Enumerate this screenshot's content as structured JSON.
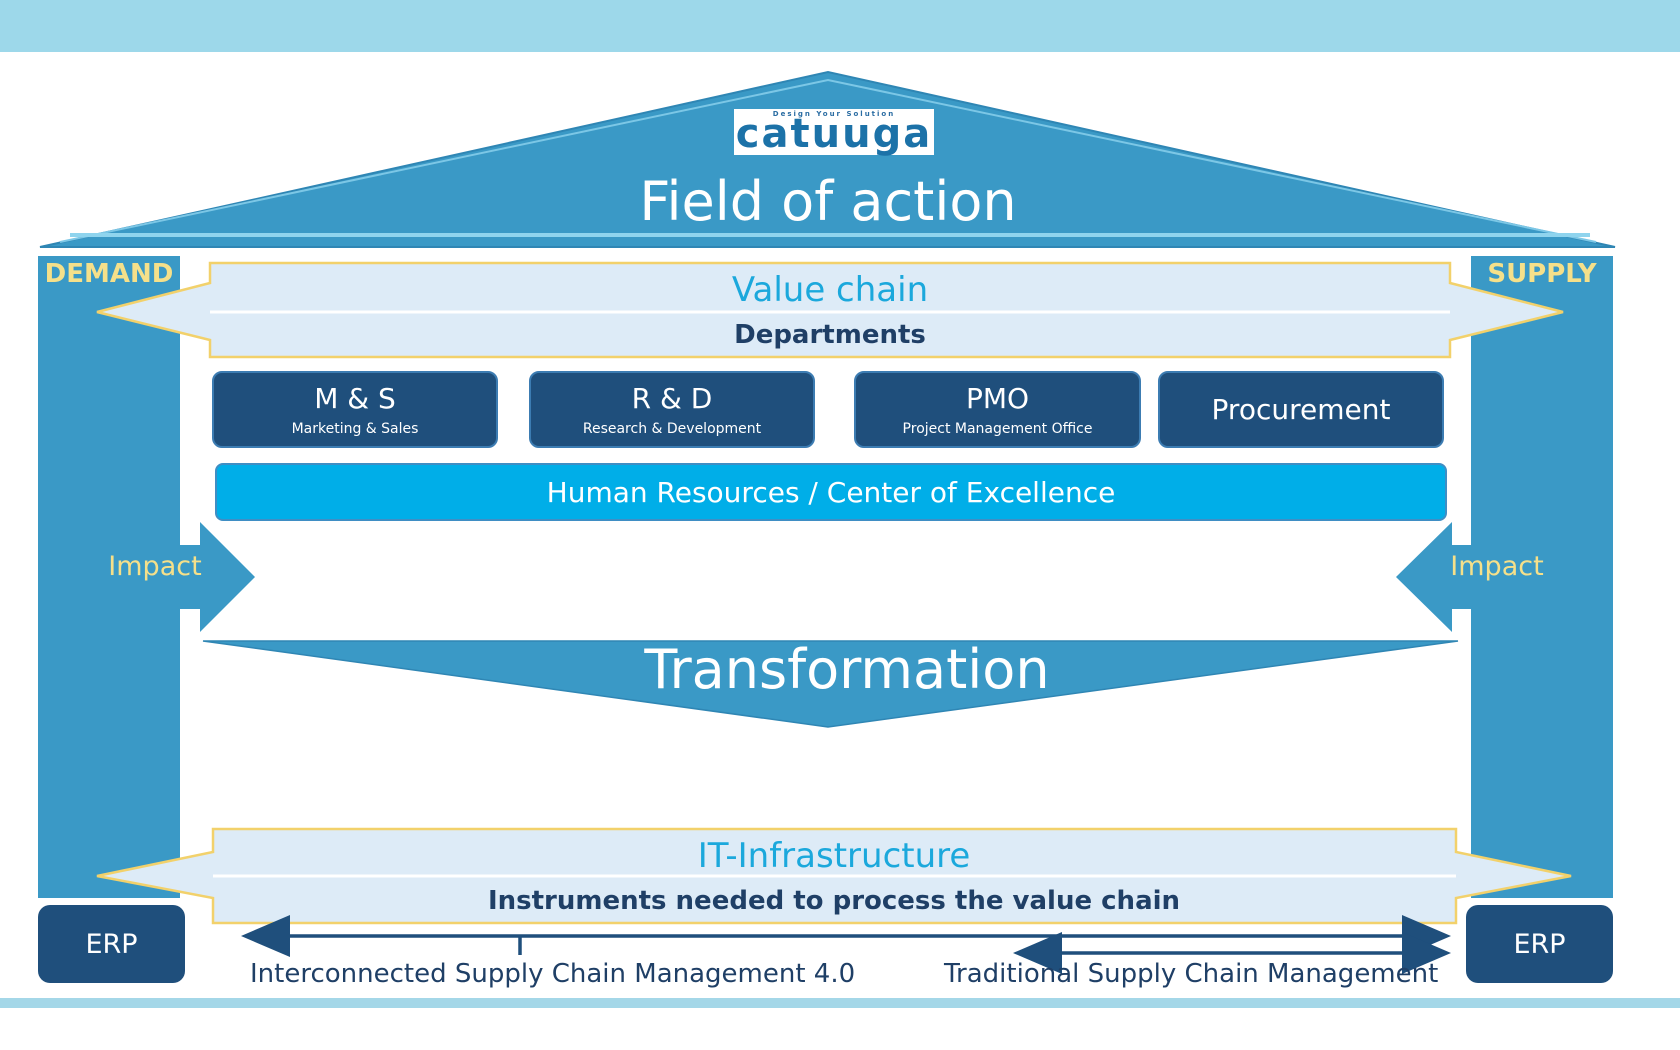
{
  "logo": {
    "tagline": "Design Your Solution",
    "word": "catuuga"
  },
  "roof": {
    "title": "Field of action"
  },
  "pillars": {
    "left_label": "DEMAND",
    "right_label": "SUPPLY",
    "impact_left": "Impact",
    "impact_right": "Impact"
  },
  "value_chain": {
    "title": "Value chain",
    "subtitle": "Departments"
  },
  "departments": [
    {
      "name": "M & S",
      "sub": "Marketing & Sales"
    },
    {
      "name": "R & D",
      "sub": "Research & Development"
    },
    {
      "name": "PMO",
      "sub": "Project Management Office"
    },
    {
      "name": "Procurement",
      "sub": ""
    }
  ],
  "hr_bar": {
    "label": "Human Resources / Center of Excellence"
  },
  "transformation": {
    "label": "Transformation"
  },
  "it_infrastructure": {
    "title": "IT-Infrastructure",
    "subtitle": "Instruments needed to process the value chain"
  },
  "erp": {
    "left": "ERP",
    "right": "ERP"
  },
  "scm": {
    "interconnected": "Interconnected Supply Chain Management 4.0",
    "traditional": "Traditional Supply Chain Management"
  },
  "colors": {
    "primary_blue": "#3a99c6",
    "dark_navy": "#1f4f7c",
    "bright_cyan": "#00aee8",
    "light_band": "#ddebf7",
    "gold_accent": "#f2d16b",
    "yellow_text": "#f5e08a",
    "heading_cyan": "#1ba8dc"
  }
}
